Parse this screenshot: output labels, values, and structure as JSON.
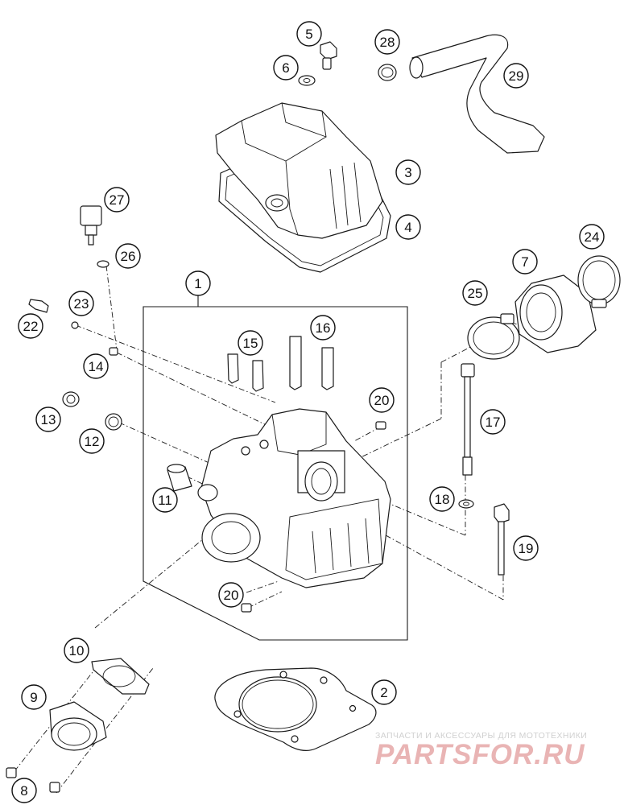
{
  "callouts": [
    "1",
    "2",
    "3",
    "4",
    "5",
    "6",
    "7",
    "8",
    "9",
    "10",
    "11",
    "12",
    "13",
    "14",
    "15",
    "16",
    "17",
    "18",
    "19",
    "20",
    "20",
    "22",
    "23",
    "24",
    "25",
    "26",
    "27",
    "28",
    "29"
  ],
  "watermark": {
    "tagline": "ЗАПЧАСТИ И АКСЕССУАРЫ ДЛЯ МОТОТЕХНИКИ",
    "brand": "PARTSFOR.RU"
  }
}
